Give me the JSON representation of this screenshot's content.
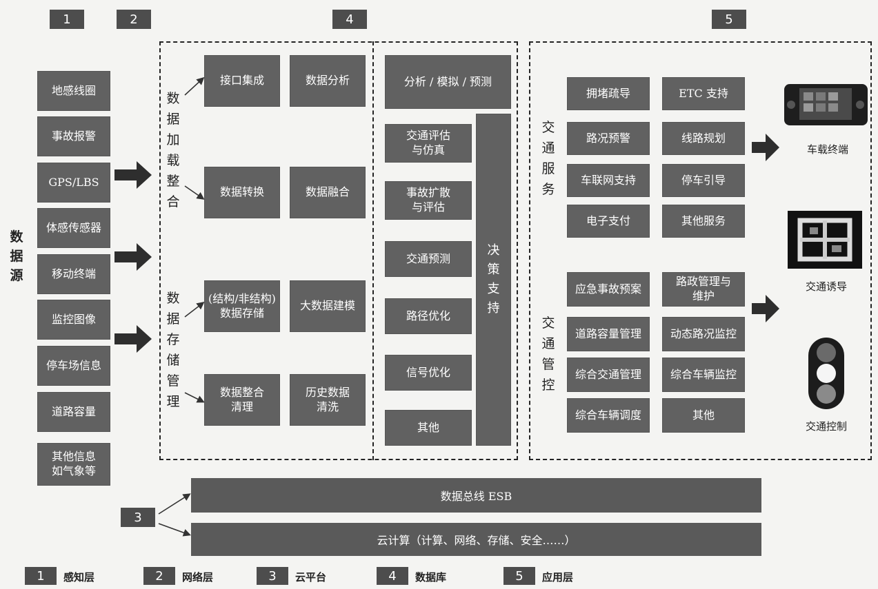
{
  "top_numbers": [
    "1",
    "2",
    "4",
    "5"
  ],
  "data_source_label": [
    "数",
    "据",
    "源"
  ],
  "sources": [
    "地感线圈",
    "事故报警",
    "GPS/LBS",
    "体感传感器",
    "移动终端",
    "监控图像",
    "停车场信息",
    "道路容量",
    "其他信息\n如气象等"
  ],
  "load_group": {
    "label": [
      "数",
      "据",
      "加",
      "载",
      "整",
      "合"
    ],
    "boxes": [
      "接口集成",
      "数据分析",
      "数据转换",
      "数据融合"
    ]
  },
  "storage_group": {
    "label": [
      "数",
      "据",
      "存",
      "储",
      "管",
      "理"
    ],
    "boxes": [
      "(结构/非结构)\n数据存储",
      "大数据建模",
      "数据整合\n清理",
      "历史数据\n清洗"
    ]
  },
  "analysis": {
    "header": "分析 / 模拟 / 预测",
    "items": [
      "交通评估\n与仿真",
      "事故扩散\n与评估",
      "交通预测",
      "路径优化",
      "信号优化",
      "其他"
    ],
    "decision": [
      "决",
      "策",
      "支",
      "持"
    ]
  },
  "service": {
    "label": [
      "交",
      "通",
      "服",
      "务"
    ],
    "boxes": [
      "拥堵疏导",
      "ETC 支持",
      "路况预警",
      "线路规划",
      "车联网支持",
      "停车引导",
      "电子支付",
      "其他服务"
    ]
  },
  "control": {
    "label": [
      "交",
      "通",
      "管",
      "控"
    ],
    "boxes": [
      "应急事故预案",
      "路政管理与\n维护",
      "道路容量管理",
      "动态路况监控",
      "综合交通管理",
      "综合车辆监控",
      "综合车辆调度",
      "其他"
    ]
  },
  "terminals": {
    "vehicle": "车载终端",
    "guide": "交通诱导",
    "control": "交通控制"
  },
  "platform": {
    "number": "3",
    "esb": "数据总线 ESB",
    "cloud": "云计算（计算、网络、存储、安全……）"
  },
  "legend": [
    {
      "num": "1",
      "label": "感知层"
    },
    {
      "num": "2",
      "label": "网络层"
    },
    {
      "num": "3",
      "label": "云平台"
    },
    {
      "num": "4",
      "label": "数据库"
    },
    {
      "num": "5",
      "label": "应用层"
    }
  ],
  "colors": {
    "box": "#616161",
    "number_badge": "#4d4d4d",
    "background": "#f4f4f2"
  }
}
